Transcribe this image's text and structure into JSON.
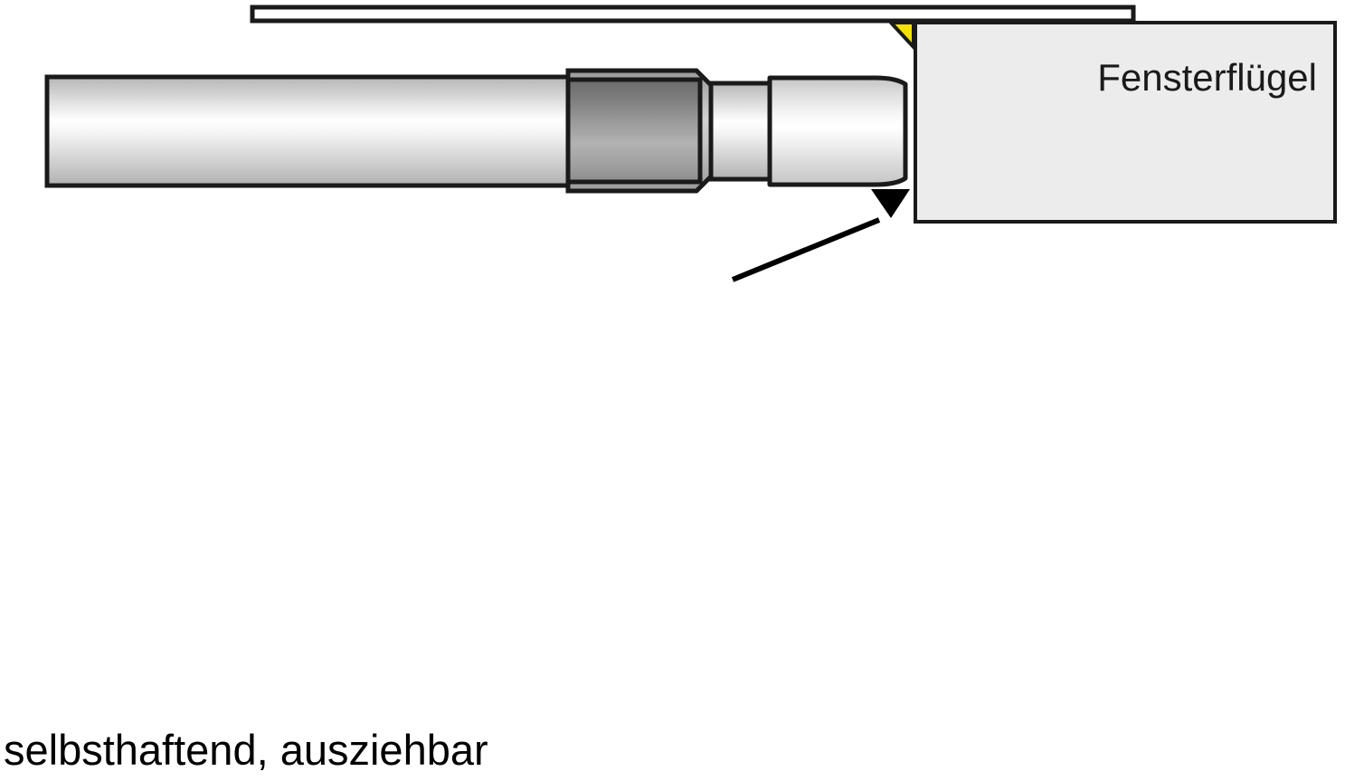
{
  "diagram": {
    "title_label": "Fensterflügel",
    "caption": "selbsthaftend, ausziehbar",
    "colors": {
      "outline": "#1a1a1a",
      "window_panel_fill": "#ececec",
      "highlight_yellow": "#f5e000",
      "tube_light_high": "#ffffff",
      "tube_light_low": "#b0b0b0",
      "collar_dark_high": "#6b6b6b",
      "collar_dark_low": "#8d8d8d",
      "rail_fill": "#ffffff",
      "arrow_fill": "#000000",
      "background": "#ffffff"
    },
    "parts": {
      "rail_label": "top-rail",
      "main_tube_label": "main-tube",
      "collar_label": "dark-collar",
      "inner_tube_label": "inner-tube",
      "end_cap_label": "end-cap",
      "window_panel_label": "window-sash-panel",
      "wedge_label": "yellow-corner-wedge",
      "pointer_label": "pointer-arrow"
    }
  }
}
